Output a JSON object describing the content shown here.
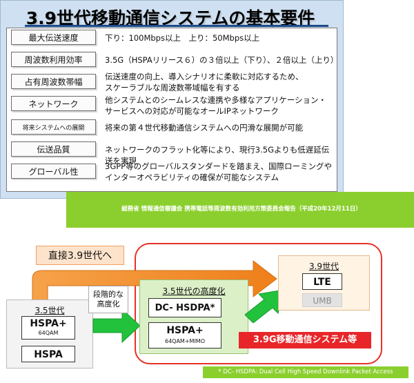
{
  "header": {
    "title": "3.9世代移動通信システムの基本要件"
  },
  "requirements": [
    {
      "label": "最大伝送速度",
      "value": "下り：100Mbps以上　上り：50Mbps以上"
    },
    {
      "label": "周波数利用効率",
      "value": "3.5G（HSPAリリース６）の３倍以上（下り）、２倍以上（上り）"
    },
    {
      "label": "占有周波数帯幅",
      "value": "伝送速度の向上、導入シナリオに柔軟に対応するため、\nスケーラブルな周波数帯域幅を有する"
    },
    {
      "label": "ネットワーク",
      "value": "他システムとのシームレスな連携や多様なアプリケーション・\nサービスへの対応が可能なオールIPネットワーク"
    },
    {
      "label": "将来システムへの展開",
      "value": "将来の第４世代移動通信システムへの円滑な展開が可能"
    },
    {
      "label": "伝送品質",
      "value": "ネットワークのフラット化等により、現行3.5Gよりも低遅延伝送を実現"
    },
    {
      "label": "グローバル性",
      "value": "3GPP等のグローバルスタンダードを踏まえ、国際ローミングや\nインターオペラビリティの確保が可能なシステム"
    }
  ],
  "source": "総務省 情報通信審議会 携帯電話等周波数有効利用方策委員会報告（平成20年12月11日）",
  "diagram": {
    "direct_label": "直接3.9世代へ",
    "gen35": {
      "title": "3.5世代",
      "hspa_plus": "HSPA+",
      "hspa_plus_sub": "64QAM",
      "hspa": "HSPA"
    },
    "gradual_label": "段階的な\n高度化",
    "gen35_adv": {
      "title": "3.5世代の高度化",
      "dc_hspda": "DC- HSDPA*",
      "hspa_plus": "HSPA+",
      "hspa_plus_sub": "64QAM+MIMO"
    },
    "gen39": {
      "title": "3.9世代",
      "lte": "LTE",
      "umb": "UMB"
    },
    "system_label": "3.9G移動通信システム等",
    "footnote": "* DC- HSDPA: Dual Cell High Speed Downlink Packet Access"
  },
  "colors": {
    "panel": "#cfe0f2",
    "green": "#8bcf2e",
    "red": "#e53127",
    "orange": "#f39a3a"
  }
}
